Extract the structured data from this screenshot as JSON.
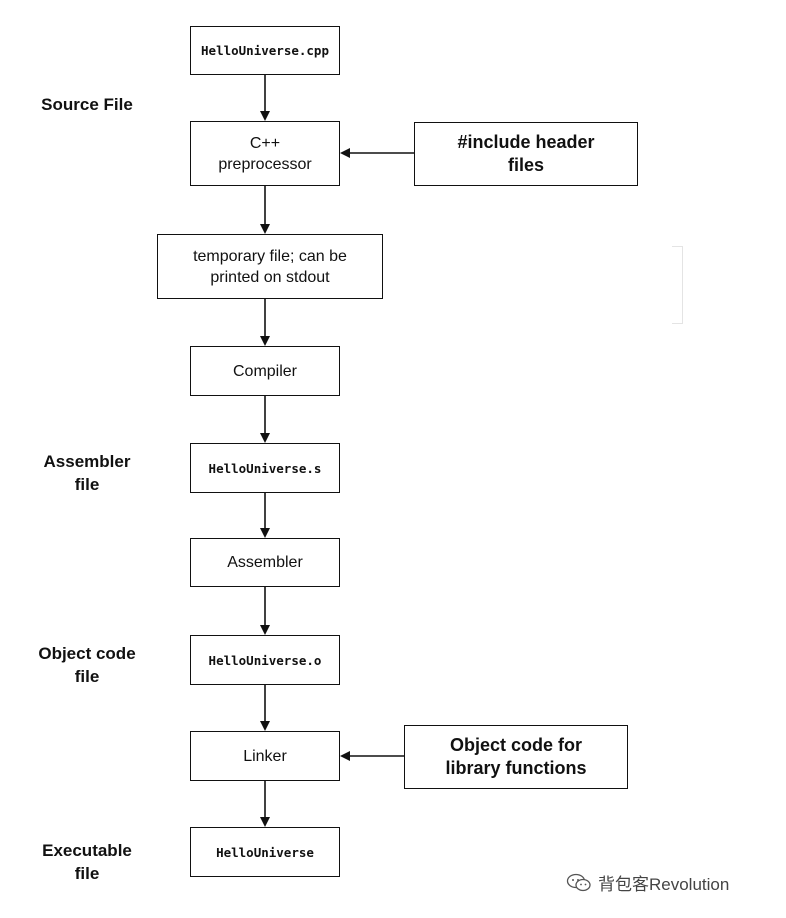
{
  "side_labels": {
    "source_file": "Source File",
    "assembler_file": [
      "Assembler",
      "file"
    ],
    "object_code_file": [
      "Object code",
      "file"
    ],
    "executable_file": [
      "Executable",
      "file"
    ]
  },
  "boxes": {
    "source": "HelloUniverse.cpp",
    "preprocessor": [
      "C++",
      "preprocessor"
    ],
    "include_headers": [
      "#include header",
      "files"
    ],
    "temp_file": [
      "temporary file; can be",
      "printed on stdout"
    ],
    "compiler": "Compiler",
    "assembly": "HelloUniverse.s",
    "assembler": "Assembler",
    "object": "HelloUniverse.o",
    "linker": "Linker",
    "library_objects": [
      "Object code for",
      "library functions"
    ],
    "executable": "HelloUniverse"
  },
  "watermark": {
    "icon": "wechat-icon",
    "text": "背包客Revolution"
  }
}
